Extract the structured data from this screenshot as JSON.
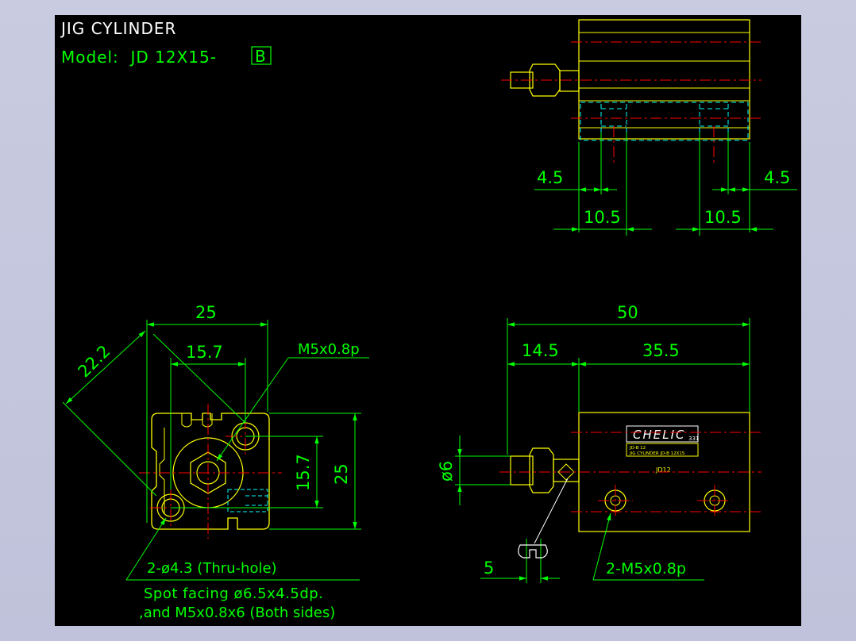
{
  "header": {
    "title": "JIG CYLINDER",
    "model_prefix": "Model:  JD 12X15-",
    "model_suffix": "B"
  },
  "side_view": {
    "dim_left_offset": "4.5",
    "dim_right_offset": "4.5",
    "dim_left_span": "10.5",
    "dim_right_span": "10.5"
  },
  "end_view": {
    "dim_width": "25",
    "dim_inner": "15.7",
    "dim_diag": "22.2",
    "dim_height": "25",
    "dim_vertical_inner": "15.7",
    "port_label": "M5x0.8p",
    "hole_note_1": "2-ø4.3 (Thru-hole)",
    "hole_note_2": "Spot facing ø6.5x4.5dp.",
    "hole_note_3": ",and M5x0.8x6 (Both sides)"
  },
  "front_view": {
    "dim_total": "50",
    "dim_rod": "14.5",
    "dim_body": "35.5",
    "dim_rod_dia": "ø6",
    "dim_flat": "5",
    "port_label": "2-M5x0.8p",
    "brand": "CHELIC",
    "brand_code": "331",
    "plate_line1": "JD-B 12",
    "plate_line2": "JIG CYLINDER JD-B 12X15",
    "body_mark": "JD12"
  },
  "colors": {
    "background": "#000000",
    "outline": "#ffff00",
    "dimension": "#00ff00",
    "centerline": "#ff0000",
    "hidden": "#00ffff",
    "text": "#ffffff"
  }
}
